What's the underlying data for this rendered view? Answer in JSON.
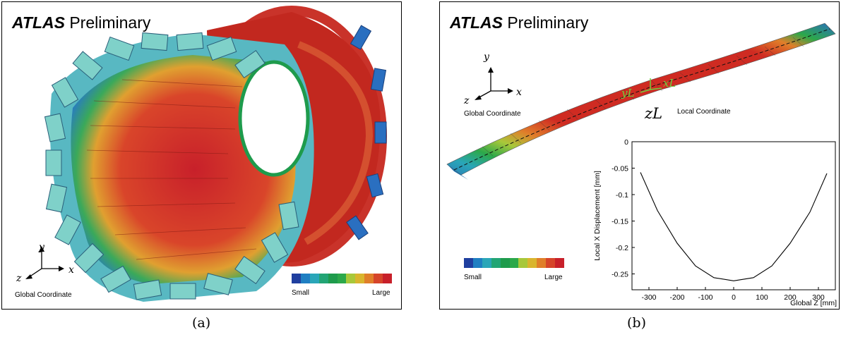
{
  "panel_a": {
    "caption": "(a)",
    "brand": "ATLAS",
    "subtitle": "Preliminary",
    "axes": {
      "y": "y",
      "z": "z",
      "x": "x"
    },
    "coord_label": "Global Coordinate",
    "colorbar": {
      "low": "Small",
      "high": "Large"
    }
  },
  "panel_b": {
    "caption": "(b)",
    "brand": "ATLAS",
    "subtitle": "Preliminary",
    "axes": {
      "y": "y",
      "z": "z",
      "x": "x"
    },
    "coord_label": "Global Coordinate",
    "local": {
      "yL": "yL",
      "xL": "xL",
      "zL": "zL",
      "label": "Local Coordinate"
    },
    "colorbar": {
      "low": "Small",
      "high": "Large"
    }
  },
  "colors": {
    "colorbar": [
      "#1f3f9f",
      "#1f7fc2",
      "#2aa6b8",
      "#22a575",
      "#1e9b4c",
      "#2ca84a",
      "#a8c83a",
      "#d9b52e",
      "#e07f2a",
      "#d6452a",
      "#c8202a"
    ],
    "stave_red": "#cf2b22",
    "stave_cyan": "#7fd1c9"
  },
  "chart_data": {
    "type": "line",
    "title": "",
    "xlabel": "Global Z [mm]",
    "ylabel": "Local X Displacement [mm]",
    "xlim": [
      -360,
      360
    ],
    "ylim": [
      -0.28,
      0
    ],
    "xticks": [
      -300,
      -200,
      -100,
      0,
      100,
      200,
      300
    ],
    "yticks": [
      0,
      -0.05,
      -0.1,
      -0.15,
      -0.2,
      -0.25
    ],
    "x": [
      -330,
      -270,
      -200,
      -135,
      -70,
      0,
      70,
      135,
      200,
      270,
      330
    ],
    "y": [
      -0.058,
      -0.13,
      -0.192,
      -0.235,
      -0.257,
      -0.263,
      -0.257,
      -0.235,
      -0.192,
      -0.133,
      -0.06
    ]
  }
}
